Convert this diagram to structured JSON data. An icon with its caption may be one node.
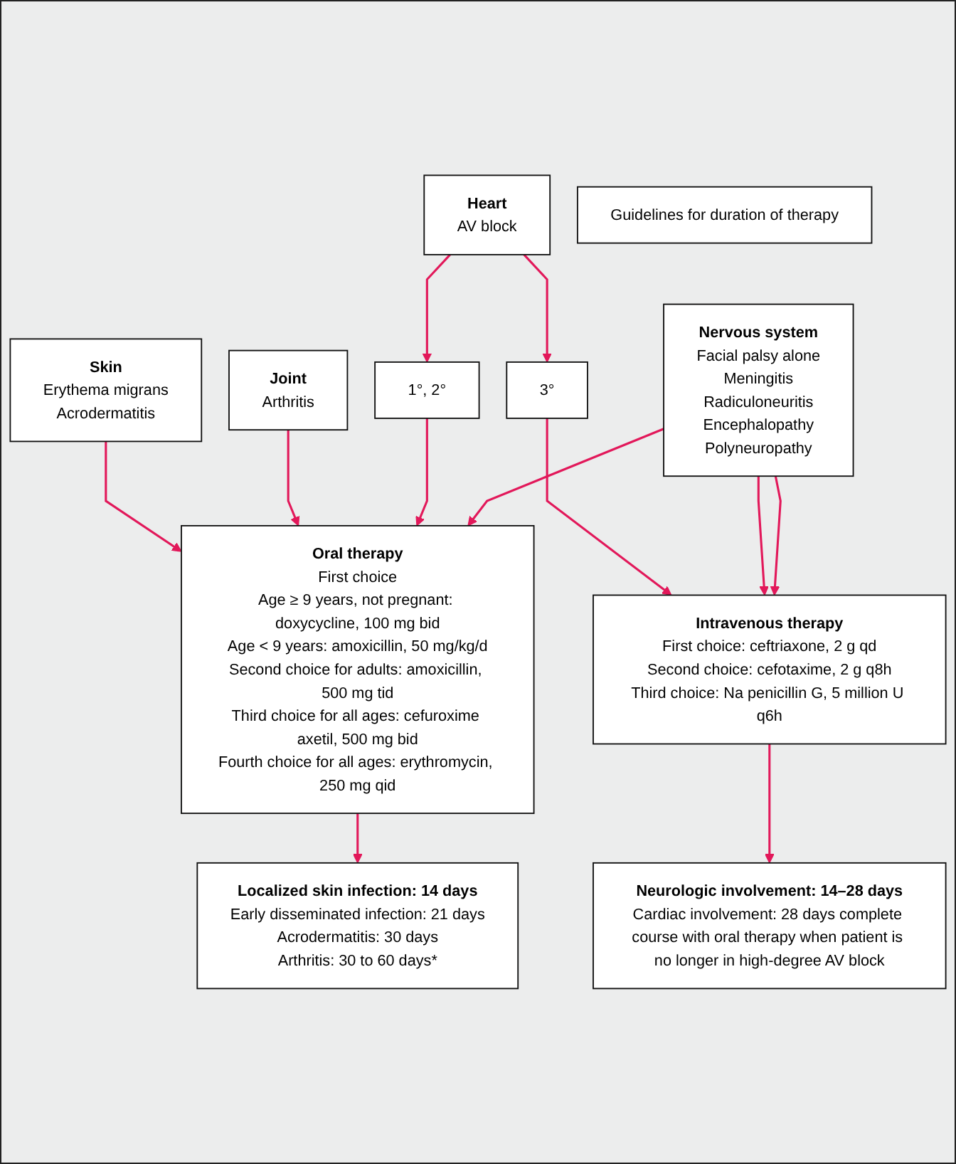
{
  "diagram": {
    "nodes": [
      {
        "text": [
          "Skin",
          "Erythema migrans",
          "Acrodermatitis"
        ]
      },
      {
        "text": [
          "Joint",
          "Arthritis"
        ]
      },
      {
        "text": [
          "Heart",
          "AV block"
        ]
      },
      {
        "text": [
          "Nervous system",
          "Facial palsy alone",
          "Meningitis",
          "Radiculoneuritis",
          "Encephalopathy",
          "Polyneuropathy"
        ]
      },
      {
        "text": [
          "1°, 2°"
        ]
      },
      {
        "text": [
          "3°"
        ]
      },
      {
        "text": [
          "Oral therapy",
          "First choice",
          "Age ≥ 9 years, not pregnant: doxycycline, 100 mg bid",
          "Age < 9 years: amoxicillin, 50 mg/kg/d",
          "Second choice for adults: amoxicillin, 500 mg tid",
          "Third choice for all ages: cefuroxime axetil, 500 mg bid",
          "Fourth choice for all ages: erythromycin, 250 mg qid"
        ]
      },
      {
        "text": [
          "Intravenous therapy",
          "First choice: ceftriaxone, 2 g qd",
          "Second choice: cefotaxime, 2 g q8h",
          "Third choice: Na penicillin G, 5 million U q6h"
        ]
      },
      {
        "text": [
          "Guidelines for duration of therapy"
        ]
      },
      {
        "text": [
          "Localized skin infection: 14 days",
          "Early disseminated infection: 21 days",
          "Acrodermatitis: 30 days",
          "Arthritis: 30 to 60 days*"
        ]
      },
      {
        "text": [
          "Neurologic involvement: 14–28 days",
          "Cardiac involvement: 28 days complete course with oral therapy when patient is no longer in high-degree AV block"
        ]
      }
    ],
    "edges": [
      {
        "from": 0,
        "to": 6,
        "arrow": "to"
      },
      {
        "from": 1,
        "to": 6,
        "arrow": "to"
      },
      {
        "from": 2,
        "to": 4,
        "arrow": "to"
      },
      {
        "from": 4,
        "to": 6,
        "arrow": "to"
      },
      {
        "from": 2,
        "to": 5,
        "arrow": "to"
      },
      {
        "from": 5,
        "to": 7,
        "arrow": "to"
      },
      {
        "from": 3,
        "to": 6,
        "arrow": "to"
      },
      {
        "from": 3,
        "to": 7,
        "arrow": "to"
      },
      {
        "from": 3,
        "to": 7,
        "arrow": "to"
      },
      {
        "from": 6,
        "to": 9,
        "arrow": "to"
      },
      {
        "from": 7,
        "to": 10,
        "arrow": "to"
      }
    ]
  }
}
